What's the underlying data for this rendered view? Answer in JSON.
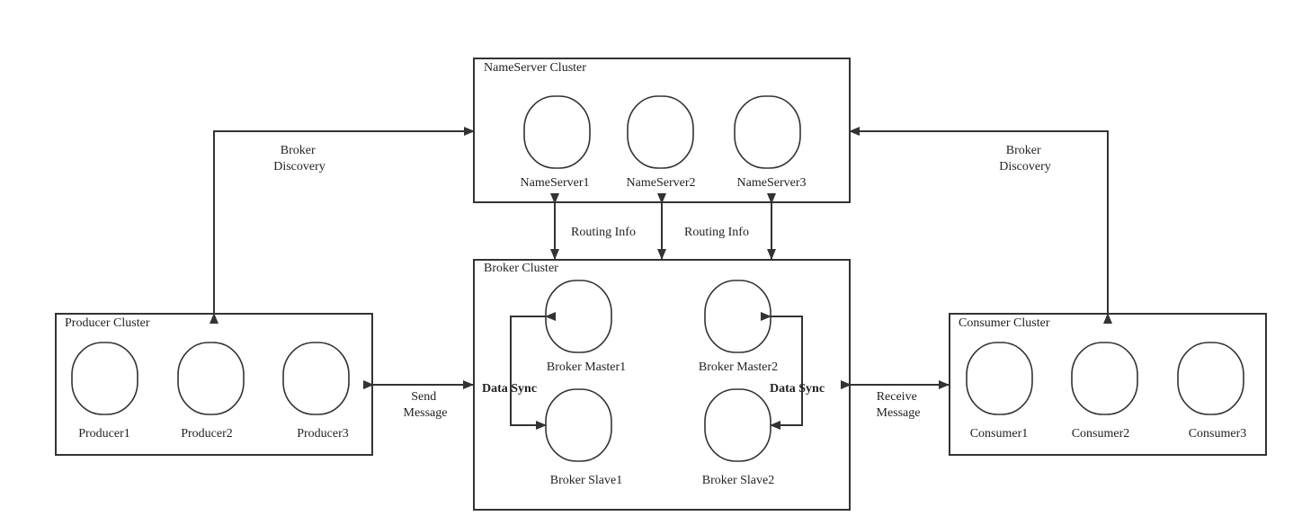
{
  "clusters": {
    "nameserver": {
      "title": "NameServer Cluster",
      "nodes": [
        "NameServer1",
        "NameServer2",
        "NameServer3"
      ]
    },
    "broker": {
      "title": "Broker Cluster",
      "nodes": [
        "Broker Master1",
        "Broker Slave1",
        "Broker Master2",
        "Broker Slave2"
      ]
    },
    "producer": {
      "title": "Producer Cluster",
      "nodes": [
        "Producer1",
        "Producer2",
        "Producer3"
      ]
    },
    "consumer": {
      "title": "Consumer Cluster",
      "nodes": [
        "Consumer1",
        "Consumer2",
        "Consumer3"
      ]
    }
  },
  "labels": {
    "broker_discovery_left": [
      "Broker",
      "Discovery"
    ],
    "broker_discovery_right": [
      "Broker",
      "Discovery"
    ],
    "routing_info_1": "Routing Info",
    "routing_info_2": "Routing Info",
    "data_sync_left": "Data Sync",
    "data_sync_right": "Data Sync",
    "send_message": [
      "Send",
      "Message"
    ],
    "receive_message": [
      "Receive",
      "Message"
    ]
  },
  "colors": {
    "stroke": "#333333",
    "text": "#222222"
  }
}
